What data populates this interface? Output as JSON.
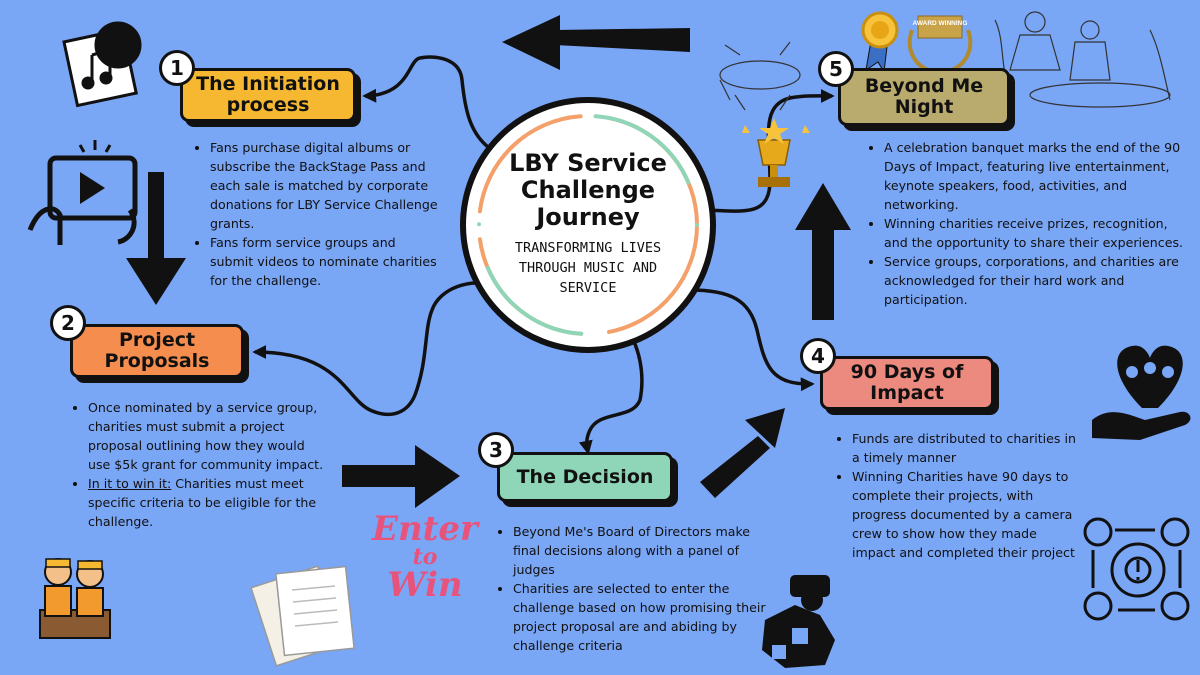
{
  "hub": {
    "title": "LBY Service Challenge Journey",
    "subtitle": "TRANSFORMING LIVES THROUGH MUSIC AND SERVICE"
  },
  "steps": [
    {
      "number": "1",
      "title": "The Initiation process",
      "color": "#f6b830",
      "bullets": [
        "Fans purchase digital albums or subscribe the BackStage Pass and each sale is matched by corporate donations for LBY Service Challenge grants.",
        "Fans form service groups and submit videos to nominate charities for the challenge."
      ]
    },
    {
      "number": "2",
      "title": "Project Proposals",
      "color": "#f58d4f",
      "bullets": [
        "Once nominated by a service group, charities must submit a project proposal outlining how they would use $5k grant for community impact."
      ],
      "emphasis_prefix": "In it to win it:",
      "emphasis_text": " Charities must meet specific criteria to be eligible for the challenge."
    },
    {
      "number": "3",
      "title": "The Decision",
      "color": "#8fd6b8",
      "bullets": [
        "Beyond Me's Board of Directors make final decisions along with a panel of judges",
        "Charities are selected to enter the challenge based on how promising their project proposal are and abiding by challenge criteria"
      ]
    },
    {
      "number": "4",
      "title": "90 Days of Impact",
      "color": "#ec8a7f",
      "bullets": [
        "Funds are distributed to charities in a timely manner",
        "Winning Charities have 90 days to complete their projects, with progress documented by a camera crew to show how they made impact and completed their project"
      ]
    },
    {
      "number": "5",
      "title": "Beyond Me Night",
      "color": "#b9aa6e",
      "bullets": [
        "A celebration banquet marks the end of the 90 Days of Impact, featuring live entertainment, keynote speakers, food, activities, and networking.",
        "Winning charities receive prizes, recognition, and the opportunity to share their experiences.",
        "Service groups, corporations, and charities are acknowledged for their hard work and participation."
      ]
    }
  ],
  "decor": {
    "enter_to_win": [
      "Enter",
      "to",
      "Win"
    ],
    "award_ribbon": "AWARD WINNING",
    "icons": [
      "music-album-icon",
      "video-tablet-icon",
      "workers-icon",
      "documents-icon",
      "puzzle-hands-icon",
      "ribbon-icon",
      "award-badge-icon",
      "trophy-icon",
      "banquet-sketch-icon",
      "heart-hand-people-icon",
      "process-cycle-icon"
    ],
    "accent_colors": {
      "background": "#7aa6f6",
      "hub_orange": "#f4a06a",
      "hub_green": "#8fd6b8",
      "enter_pink": "#e8537c"
    }
  }
}
